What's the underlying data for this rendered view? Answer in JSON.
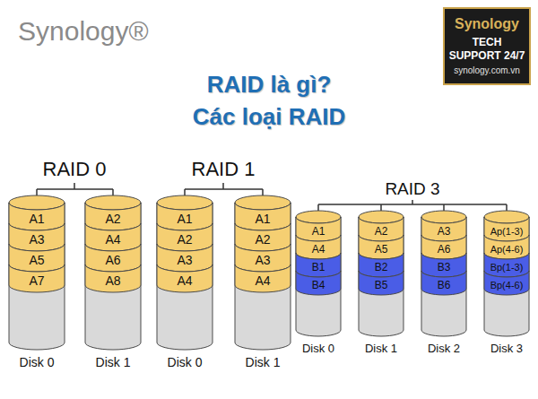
{
  "diagram": {
    "title": "RAID là gì? Các loại RAID",
    "nodes": [
      {
        "text": [
          "Synology",
          "TECH SUPPORT 24/7",
          "synology.com.vn"
        ]
      },
      {
        "text": [
          "Disk 0"
        ]
      },
      {
        "text": [
          "A1"
        ],
        "in": 1
      },
      {
        "text": [
          "A3"
        ],
        "in": 1
      },
      {
        "text": [
          "A5"
        ],
        "in": 1
      },
      {
        "text": [
          "A7"
        ],
        "in": 1
      },
      {
        "text": [
          "Disk 1"
        ]
      },
      {
        "text": [
          "A2"
        ],
        "in": 6
      },
      {
        "text": [
          "A4"
        ],
        "in": 6
      },
      {
        "text": [
          "A6"
        ],
        "in": 6
      },
      {
        "text": [
          "A8"
        ],
        "in": 6
      },
      {
        "text": [
          "Disk 0"
        ]
      },
      {
        "text": [
          "A1"
        ],
        "in": 11
      },
      {
        "text": [
          "A2"
        ],
        "in": 11
      },
      {
        "text": [
          "A3"
        ],
        "in": 11
      },
      {
        "text": [
          "A4"
        ],
        "in": 11
      },
      {
        "text": [
          "Disk 1"
        ]
      },
      {
        "text": [
          "A1"
        ],
        "in": 16
      },
      {
        "text": [
          "A2"
        ],
        "in": 16
      },
      {
        "text": [
          "A3"
        ],
        "in": 16
      },
      {
        "text": [
          "A4"
        ],
        "in": 16
      },
      {
        "text": [
          "Disk 0"
        ]
      },
      {
        "text": [
          "A1"
        ],
        "in": 21
      },
      {
        "text": [
          "A4"
        ],
        "in": 21
      },
      {
        "text": [
          "B1"
        ],
        "in": 21
      },
      {
        "text": [
          "B4"
        ],
        "in": 21
      },
      {
        "text": [
          "Disk 1"
        ]
      },
      {
        "text": [
          "A2"
        ],
        "in": 26
      },
      {
        "text": [
          "A5"
        ],
        "in": 26
      },
      {
        "text": [
          "B2"
        ],
        "in": 26
      },
      {
        "text": [
          "B5"
        ],
        "in": 26
      },
      {
        "text": [
          "Disk 2"
        ]
      },
      {
        "text": [
          "A3"
        ],
        "in": 31
      },
      {
        "text": [
          "A6"
        ],
        "in": 31
      },
      {
        "text": [
          "B3"
        ],
        "in": 31
      },
      {
        "text": [
          "B6"
        ],
        "in": 31
      },
      {
        "text": [
          "Disk 3"
        ]
      },
      {
        "text": [
          "Ap(1-3)"
        ],
        "in": 36
      },
      {
        "text": [
          "Ap(4-6)"
        ],
        "in": 36
      },
      {
        "text": [
          "Bp(1-3)"
        ],
        "in": 36
      },
      {
        "text": [
          "Bp(4-6)"
        ],
        "in": 36
      }
    ],
    "labels": [
      "Synology®",
      "RAID 0",
      "RAID 1",
      "RAID 3"
    ]
  }
}
